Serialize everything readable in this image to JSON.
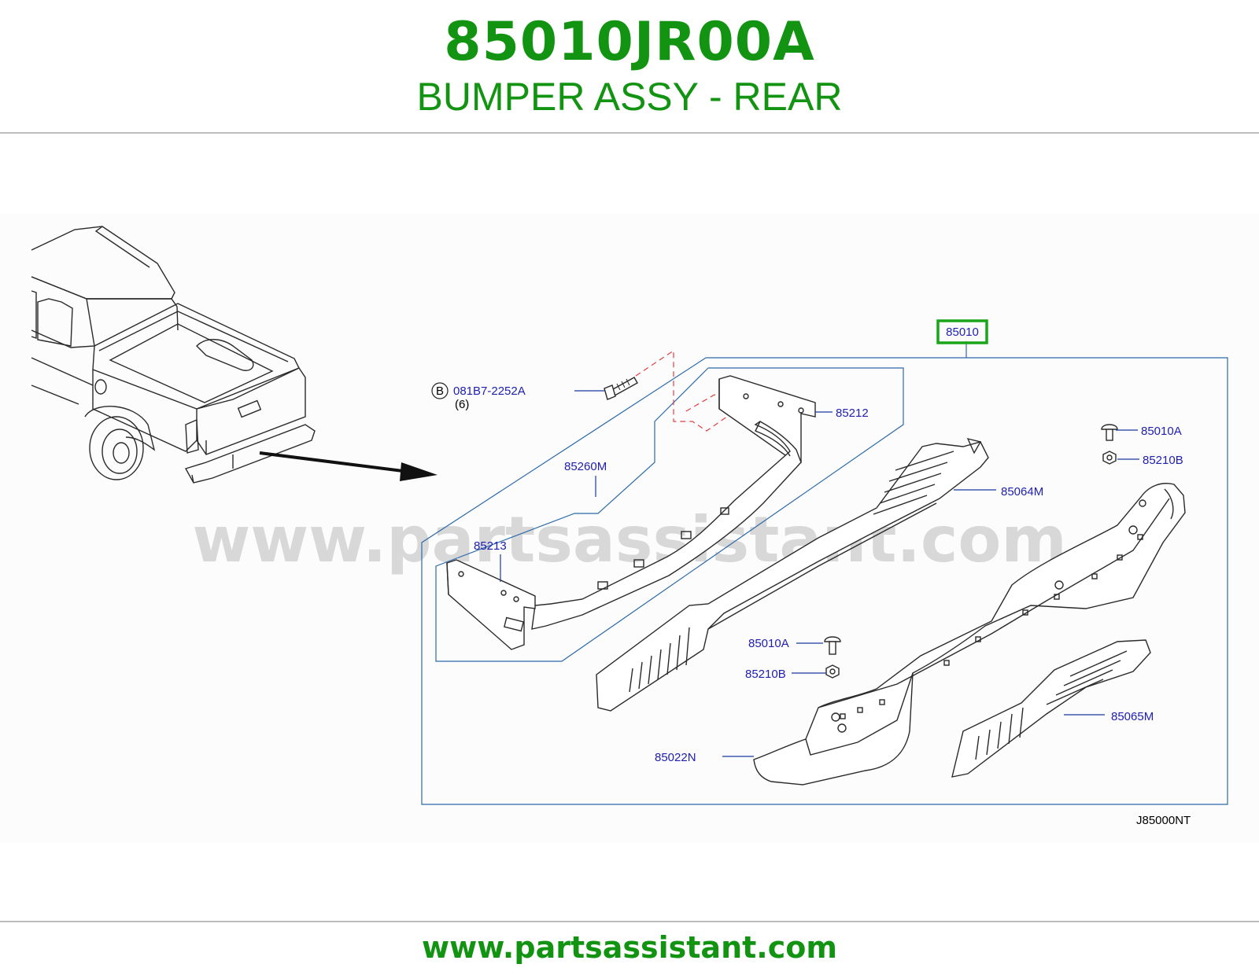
{
  "header": {
    "part_number": "85010JR00A",
    "description": "BUMPER ASSY - REAR"
  },
  "diagram": {
    "watermark": "www.partsassistant.com",
    "reference_code": "J85000NT",
    "highlighted_callout": "85010",
    "highlight_color": "#1aa51a",
    "callouts": {
      "c85010": "85010",
      "c081b7": "081B7-2252A",
      "c081b7_badge": "B",
      "c081b7_qty": "(6)",
      "c85212": "85212",
      "c85260m": "85260M",
      "c85213": "85213",
      "c85010a_top": "85010A",
      "c85210b_top": "85210B",
      "c85064m": "85064M",
      "c85010a_mid": "85010A",
      "c85210b_mid": "85210B",
      "c85065m": "85065M",
      "c85022n": "85022N"
    }
  },
  "footer": {
    "url": "www.partsassistant.com"
  },
  "colors": {
    "brand_green": "#129412",
    "callout_blue": "#2020b0",
    "frame_blue": "#2c6aa8"
  }
}
